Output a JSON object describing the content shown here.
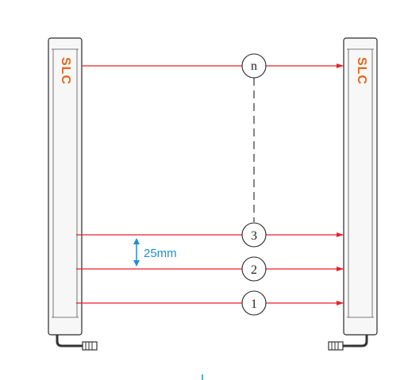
{
  "logo": {
    "text": "SLC",
    "color": "#e8661c"
  },
  "beams": [
    {
      "label": "n"
    },
    {
      "label": "3"
    },
    {
      "label": "2"
    },
    {
      "label": "1"
    }
  ],
  "spacing": {
    "text": "25mm",
    "color": "#1e8fd0"
  },
  "beam_color": "#e8212b"
}
